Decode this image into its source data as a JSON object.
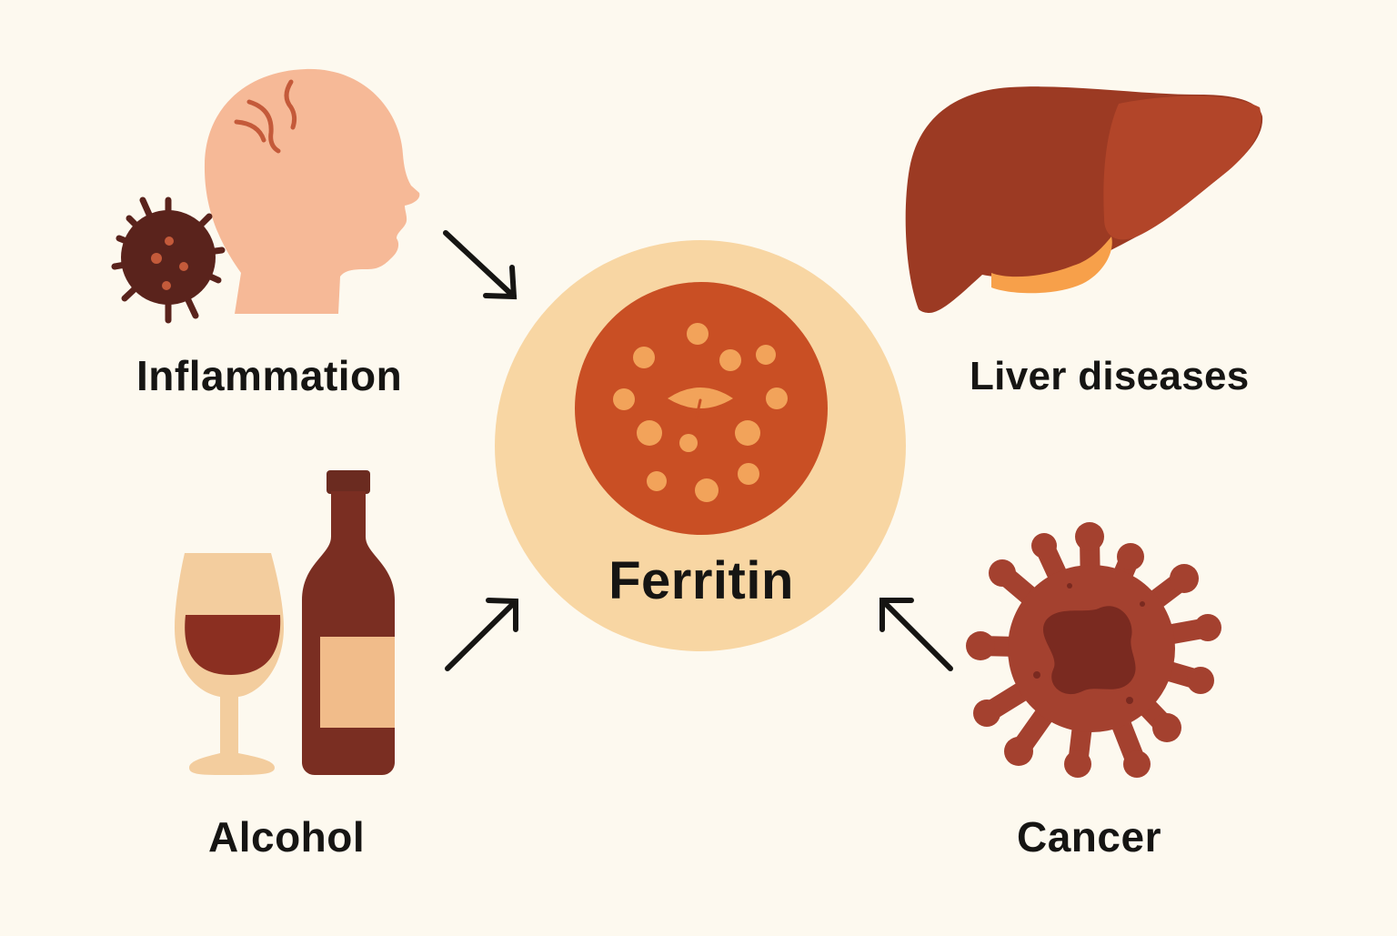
{
  "center": {
    "label": "Ferritin"
  },
  "factors": {
    "inflammation": "Inflammation",
    "liver": "Liver diseases",
    "alcohol": "Alcohol",
    "cancer": "Cancer"
  },
  "icons": {
    "inflammation": [
      "head-silhouette-icon",
      "virus-icon"
    ],
    "liver": "liver-icon",
    "alcohol": [
      "wine-glass-icon",
      "wine-bottle-icon"
    ],
    "cancer": "cancer-cell-icon",
    "center": "ferritin-molecule-icon"
  },
  "colors": {
    "background": "#fdf9ef",
    "halo": "#f8d6a3",
    "core": "#c94f24",
    "dots": "#f2a35a",
    "text": "#161513",
    "skin": "#f6b997",
    "virus": "#5a231c",
    "liver": "#9c3a23",
    "wine": "#7a2e22",
    "cancer": "#a4412f"
  }
}
